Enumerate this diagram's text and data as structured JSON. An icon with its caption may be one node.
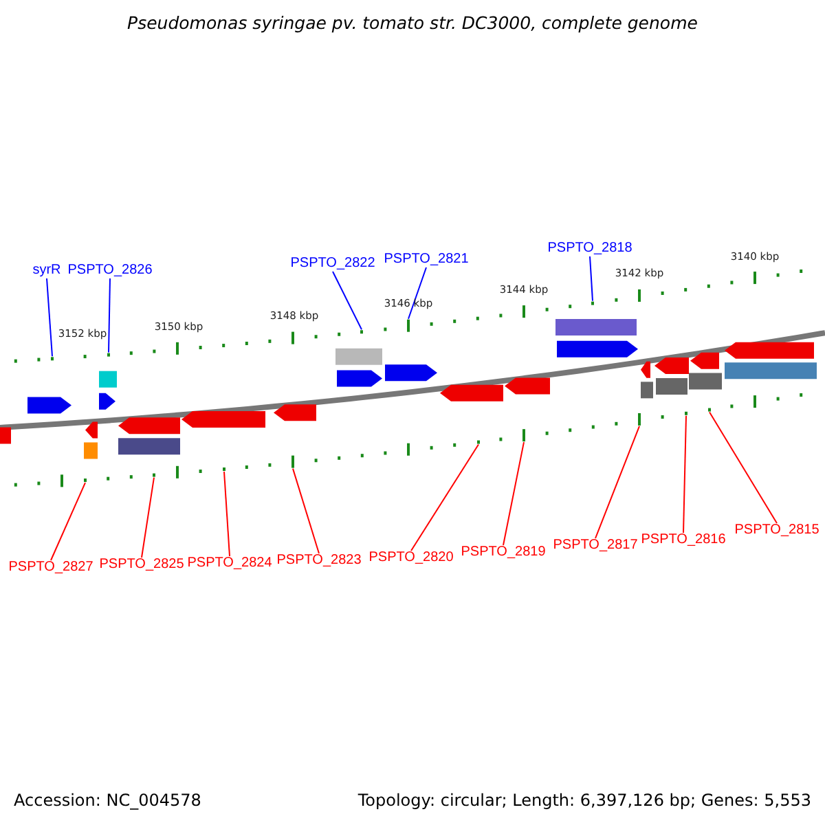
{
  "diagram": {
    "title": "Pseudomonas syringae pv. tomato str. DC3000, complete genome",
    "nodes": [
      {
        "text": [
          "syrR"
        ]
      },
      {
        "text": [
          "PSPTO_2826"
        ]
      },
      {
        "text": [
          "PSPTO_2822"
        ]
      },
      {
        "text": [
          "PSPTO_2821"
        ]
      },
      {
        "text": [
          "PSPTO_2818"
        ]
      },
      {
        "text": [
          "PSPTO_2827"
        ]
      },
      {
        "text": [
          "PSPTO_2825"
        ]
      },
      {
        "text": [
          "PSPTO_2824"
        ]
      },
      {
        "text": [
          "PSPTO_2823"
        ]
      },
      {
        "text": [
          "PSPTO_2820"
        ]
      },
      {
        "text": [
          "PSPTO_2819"
        ]
      },
      {
        "text": [
          "PSPTO_2817"
        ]
      },
      {
        "text": [
          "PSPTO_2816"
        ]
      },
      {
        "text": [
          "PSPTO_2815"
        ]
      },
      {
        "text": [],
        "shape": "box"
      },
      {
        "text": [],
        "shape": "box"
      },
      {
        "text": [],
        "shape": "box"
      },
      {
        "text": [],
        "shape": "box"
      },
      {
        "text": [],
        "shape": "box"
      },
      {
        "text": [],
        "shape": "box"
      },
      {
        "text": [],
        "shape": "box"
      },
      {
        "text": [],
        "shape": "box"
      },
      {
        "text": [],
        "shape": "box"
      },
      {
        "text": [],
        "shape": "box"
      },
      {
        "text": [],
        "shape": "box"
      },
      {
        "text": [],
        "shape": "box"
      },
      {
        "text": [],
        "shape": "box"
      },
      {
        "text": [],
        "shape": "box"
      }
    ],
    "edges": [
      {
        "from": 0,
        "to": 14,
        "arrow": "none",
        "color": "#0000ff"
      },
      {
        "from": 1,
        "to": 15,
        "arrow": "none",
        "color": "#0000ff"
      },
      {
        "from": 2,
        "to": 16,
        "arrow": "none",
        "color": "#0000ff"
      },
      {
        "from": 3,
        "to": 17,
        "arrow": "none",
        "color": "#0000ff"
      },
      {
        "from": 4,
        "to": 18,
        "arrow": "none",
        "color": "#0000ff"
      },
      {
        "from": 5,
        "to": 19,
        "arrow": "none"
      },
      {
        "from": 6,
        "to": 20,
        "arrow": "none"
      },
      {
        "from": 7,
        "to": 21,
        "arrow": "none"
      },
      {
        "from": 8,
        "to": 22,
        "arrow": "none"
      },
      {
        "from": 9,
        "to": 23,
        "arrow": "none"
      },
      {
        "from": 10,
        "to": 24,
        "arrow": "none"
      },
      {
        "from": 11,
        "to": 25,
        "arrow": "none"
      },
      {
        "from": 12,
        "to": 26,
        "arrow": "none"
      },
      {
        "from": 13,
        "to": 27,
        "arrow": "none"
      }
    ],
    "labels": [
      "3152 kbp",
      "3150 kbp",
      "3148 kbp",
      "3146 kbp",
      "3144 kbp",
      "3142 kbp",
      "3140 kbp",
      "Accession: NC_004578",
      "Topology: circular; Length: 6,397,126 bp; Genes: 5,553"
    ]
  }
}
